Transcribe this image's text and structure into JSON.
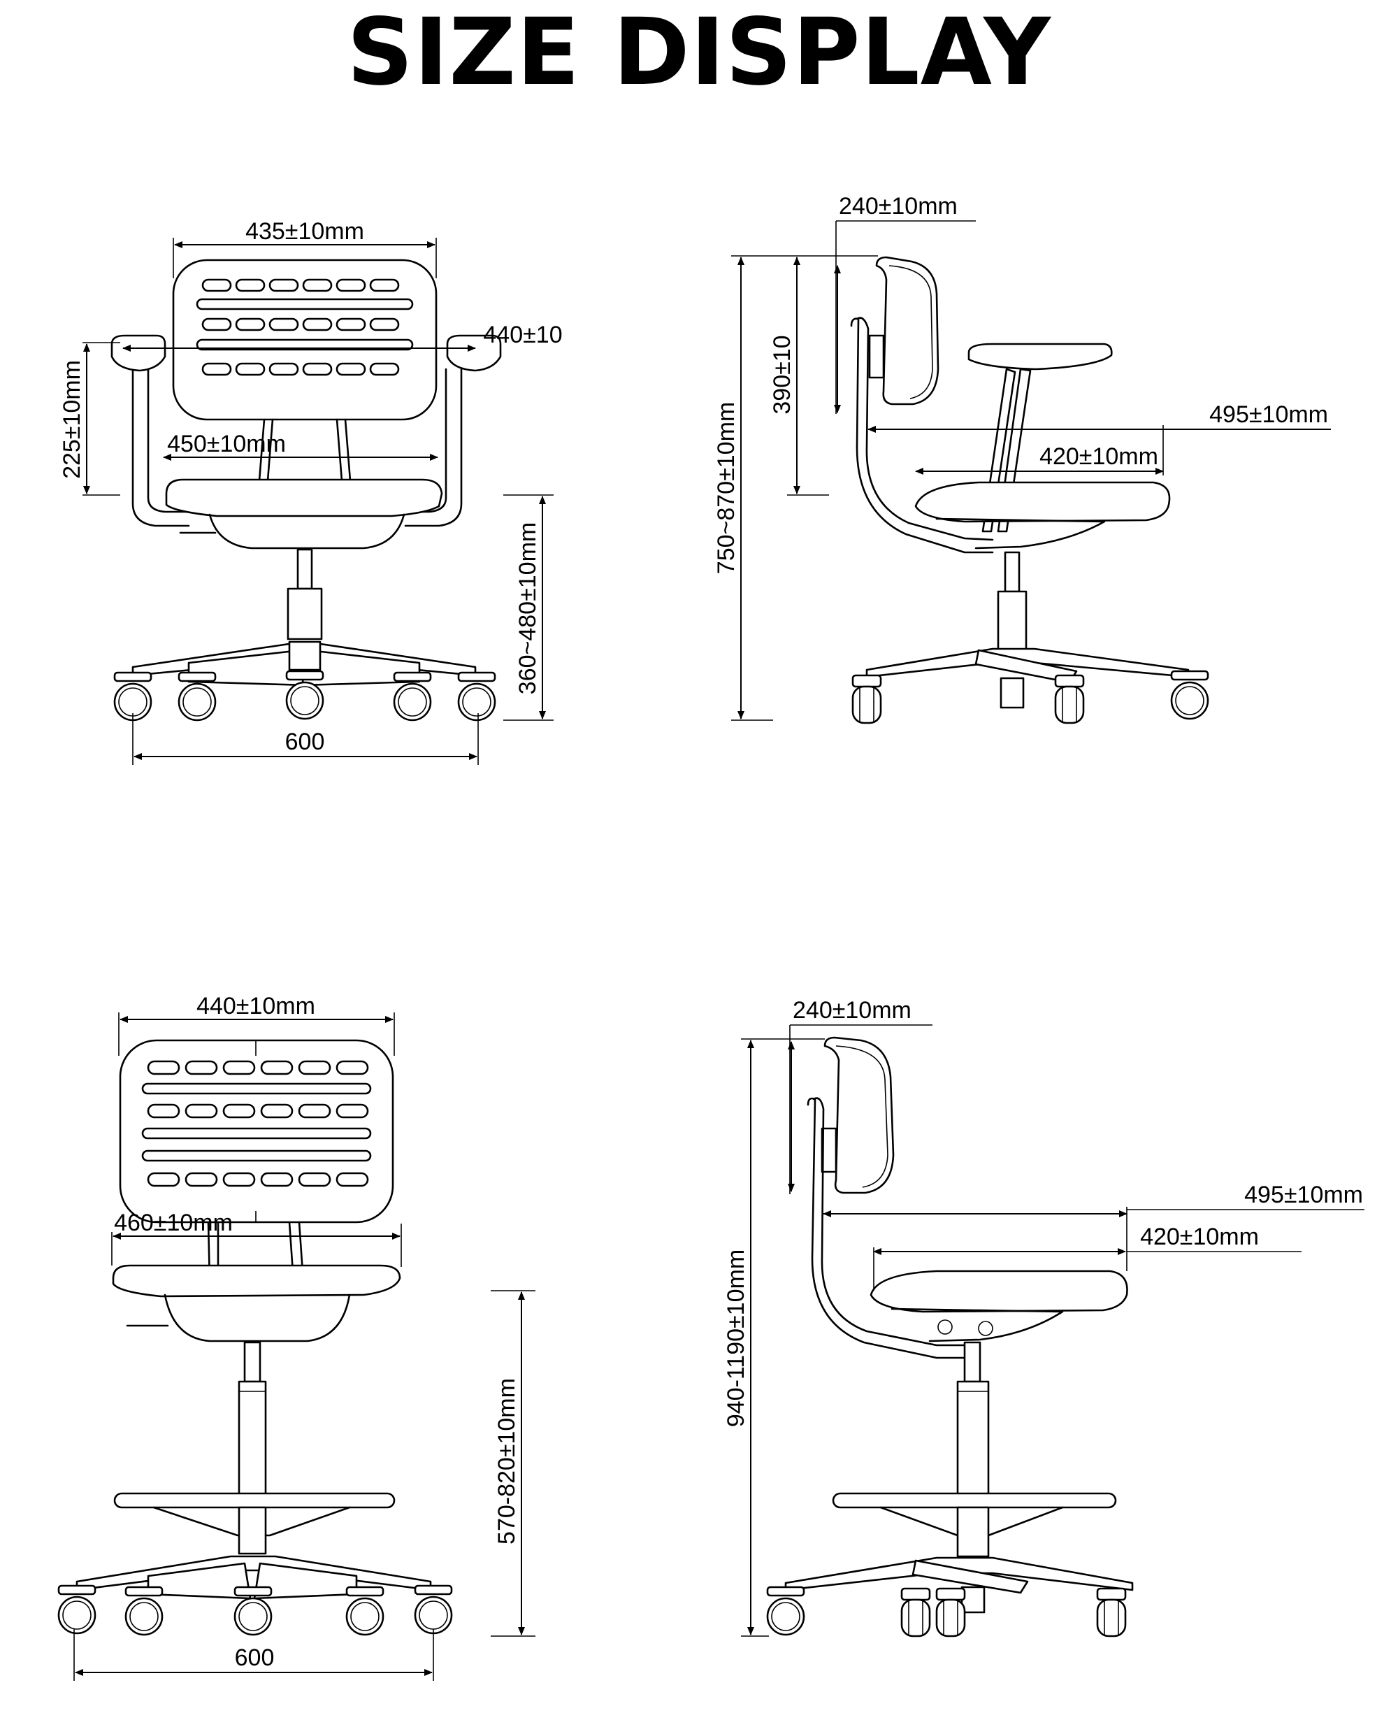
{
  "title": "SIZE DISPLAY",
  "colors": {
    "line": "#000000",
    "background": "#ffffff"
  },
  "views": [
    {
      "id": "office-front",
      "dimensions": {
        "back_width": "435±10mm",
        "arm_width": "440±10",
        "seat_width": "450±10mm",
        "arm_height": "225±10mm",
        "seat_height": "360~480±10mm",
        "base_width": "600"
      }
    },
    {
      "id": "office-side",
      "dimensions": {
        "back_thickness": "240±10mm",
        "back_height": "390±10",
        "overall_height": "750~870±10mm",
        "overall_depth": "495±10mm",
        "seat_depth": "420±10mm"
      }
    },
    {
      "id": "drafting-front",
      "dimensions": {
        "back_width": "440±10mm",
        "seat_width": "460±10mm",
        "seat_height": "570-820±10mm",
        "base_width": "600"
      }
    },
    {
      "id": "drafting-side",
      "dimensions": {
        "back_thickness": "240±10mm",
        "overall_height": "940-1190±10mm",
        "overall_depth": "495±10mm",
        "seat_depth": "420±10mm"
      }
    }
  ]
}
